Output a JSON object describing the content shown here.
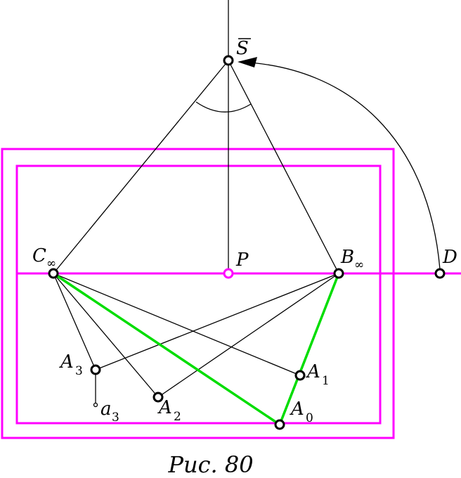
{
  "labels": {
    "s": "S",
    "c_main": "C",
    "c_sub": "∞",
    "p": "P",
    "b_main": "B",
    "b_sub": "∞",
    "d": "D",
    "a3_main": "A",
    "a3_sub": "3",
    "a3small_main": "a",
    "a3small_sub": "3",
    "a2_main": "A",
    "a2_sub": "2",
    "a1_main": "A",
    "a1_sub": "1",
    "a0_main": "A",
    "a0_sub": "0"
  },
  "caption": "Рис. 80",
  "colors": {
    "frame": "#ff00ff",
    "horizon": "#ff00ff",
    "highlight": "#00dd00",
    "line": "#000000"
  }
}
